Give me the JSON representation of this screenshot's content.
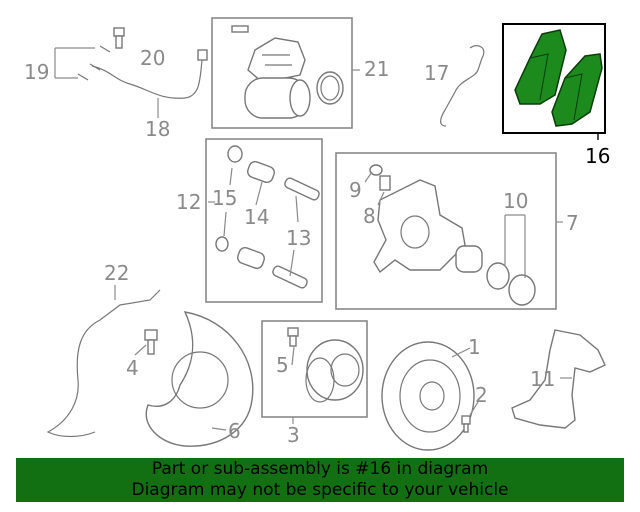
{
  "callouts": {
    "c1": "1",
    "c2": "2",
    "c3": "3",
    "c4": "4",
    "c5": "5",
    "c6": "6",
    "c7": "7",
    "c8": "8",
    "c9": "9",
    "c10": "10",
    "c11": "11",
    "c12": "12",
    "c13": "13",
    "c14": "14",
    "c15": "15",
    "c16": "16",
    "c17": "17",
    "c18": "18",
    "c19": "19",
    "c20": "20",
    "c21": "21",
    "c22": "22"
  },
  "highlight": {
    "part_number": "16",
    "color": "#127012",
    "fill_color": "#1d8a1d"
  },
  "banner": {
    "line1": "Part or sub-assembly is #16 in diagram",
    "line2": "Diagram may not be specific to your vehicle"
  },
  "colors": {
    "line_art": "#777777",
    "callout_text": "#8a8a8a",
    "banner_bg": "#127012"
  }
}
